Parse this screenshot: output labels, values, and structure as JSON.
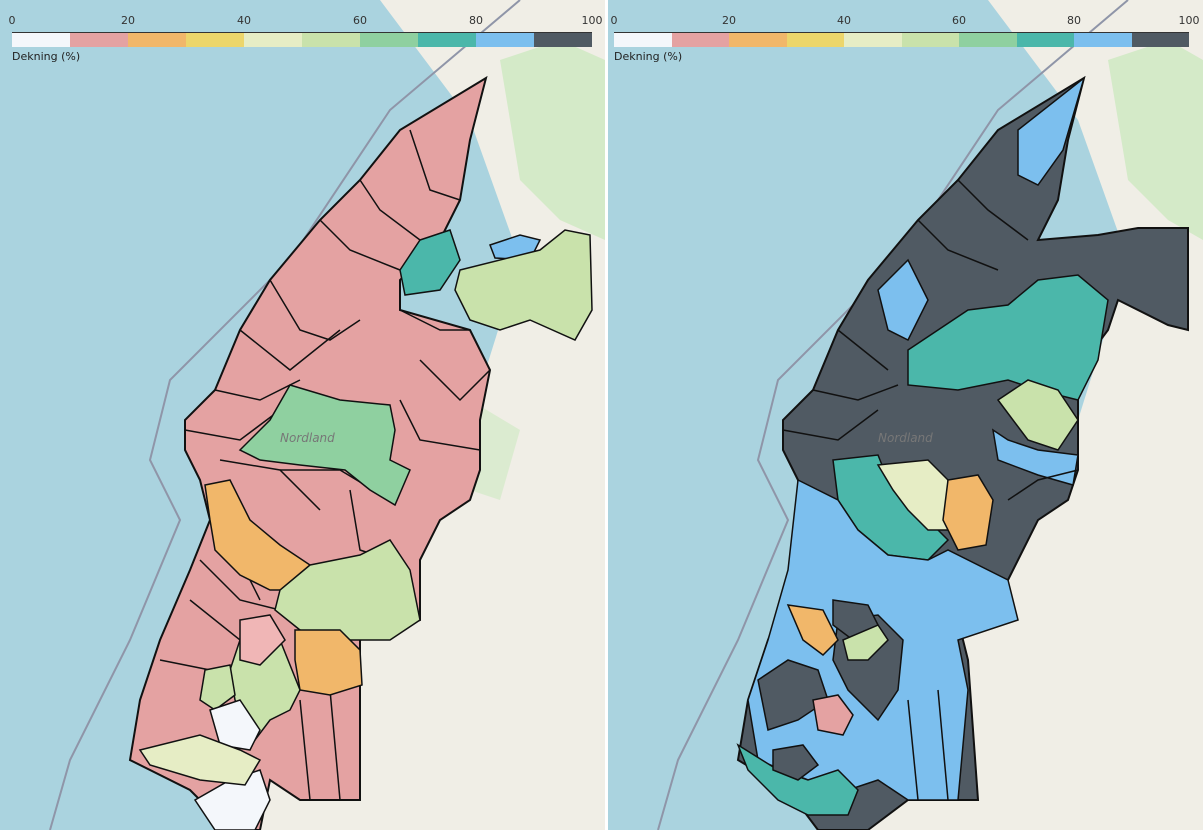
{
  "legend": {
    "title": "Dekning (%)",
    "ticks": [
      "0",
      "20",
      "40",
      "60",
      "80",
      "100"
    ],
    "colors": [
      "#f4f7fb",
      "#e4a2a2",
      "#f1b76a",
      "#ecd66b",
      "#e6edc5",
      "#c9e2ab",
      "#8fd0a0",
      "#4bb7aa",
      "#7cbfee",
      "#505a63"
    ]
  },
  "map": {
    "place_label": "Nordland",
    "background": {
      "sea": "#aad3df",
      "land": "#f0eee6",
      "green": "#cde9c1"
    }
  },
  "panels": [
    {
      "id": "left",
      "description_color_dominant": "#e4a2a2"
    },
    {
      "id": "right",
      "description_color_dominant": "#505a63"
    }
  ]
}
